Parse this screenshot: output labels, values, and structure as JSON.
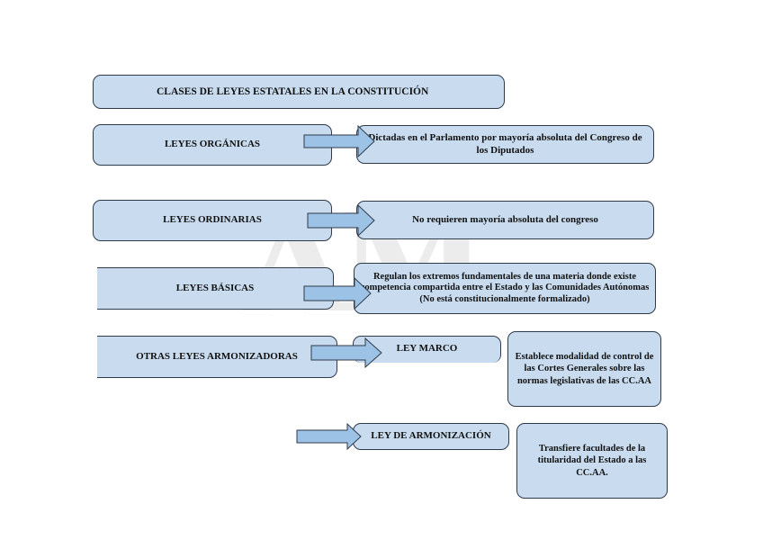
{
  "title": "CLASES DE LEYES ESTATALES EN LA CONSTITUCIÓN",
  "watermark": "AM",
  "rows": [
    {
      "label": "LEYES ORGÁNICAS",
      "description": "Dictadas en el Parlamento por mayoría absoluta del Congreso de los Diputados"
    },
    {
      "label": "LEYES ORDINARIAS",
      "description": "No requieren mayoría absoluta del congreso"
    },
    {
      "label": "LEYES BÁSICAS",
      "description": "Regulan los extremos fundamentales de una materia donde existe competencia compartida entre el Estado y las Comunidades Autónomas (No está constitucionalmente formalizado)"
    },
    {
      "label": "OTRAS LEYES ARMONIZADORAS"
    }
  ],
  "sub": [
    {
      "label": "LEY MARCO",
      "description": "Establece modalidad de control de las Cortes Generales sobre las normas legislativas de las CC.AA"
    },
    {
      "label": "LEY DE ARMONIZACIÓN",
      "description": "Transfiere facultades de la titularidad del Estado a las CC.AA."
    }
  ],
  "colors": {
    "box_fill": "#c9dcef",
    "arrow_fill": "#9cc3e6",
    "border": "#2f3a4a"
  }
}
